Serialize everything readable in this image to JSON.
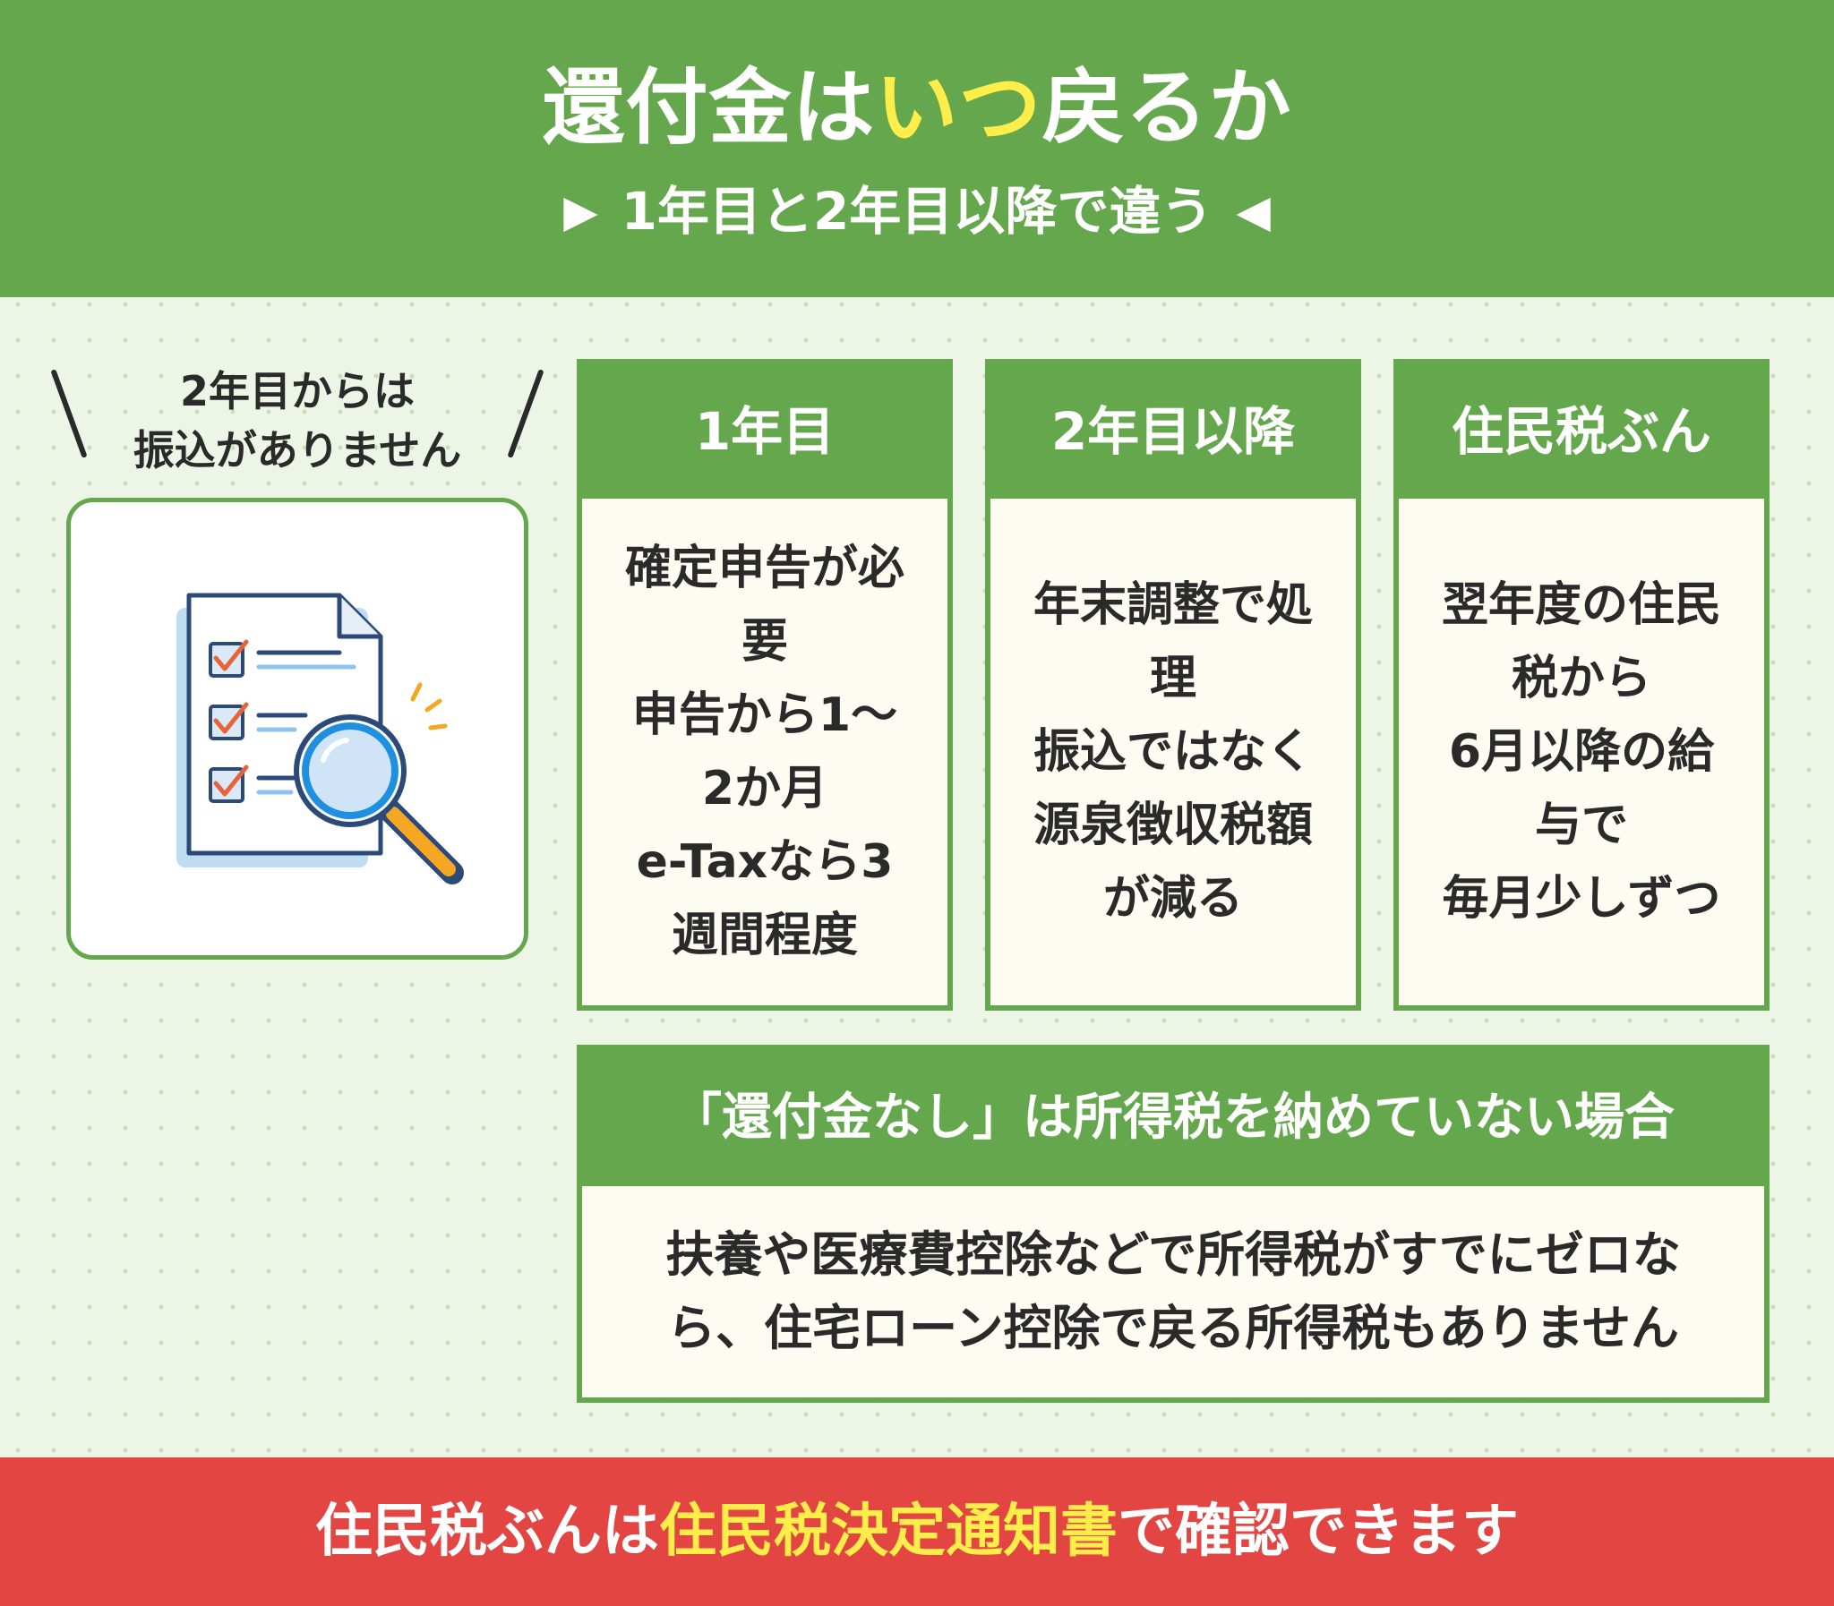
{
  "header": {
    "title_part1": "還付金は",
    "title_highlight": "いつ",
    "title_part2": "戻るか",
    "subtitle": "1年目と2年目以降で違う",
    "tri_left": "▶",
    "tri_right": "◀"
  },
  "side_note": {
    "line1": "2年目からは",
    "line2": "振込がありません"
  },
  "illustration": {
    "icons": [
      "document-icon",
      "checkbox-icon",
      "magnifier-icon"
    ]
  },
  "cards": [
    {
      "title": "1年目",
      "lines": [
        "確定申告が必",
        "要",
        "申告から1〜",
        "2か月",
        "e-Taxなら3",
        "週間程度"
      ]
    },
    {
      "title": "2年目以降",
      "lines": [
        "年末調整で処",
        "理",
        "振込ではなく",
        "源泉徴収税額",
        "が減る"
      ]
    },
    {
      "title": "住民税ぶん",
      "lines": [
        "翌年度の住民",
        "税から",
        "6月以降の給",
        "与で",
        "毎月少しずつ"
      ]
    }
  ],
  "note_box": {
    "title": "「還付金なし」は所得税を納めていない場合",
    "line1": "扶養や医療費控除などで所得税がすでにゼロな",
    "line2": "ら、住宅ローン控除で戻る所得税もありません"
  },
  "footer": {
    "part1": "住民税ぶんは",
    "highlight": "住民税決定通知書",
    "part2": "で確認できます"
  },
  "colors": {
    "green": "#65a74c",
    "red": "#e24542",
    "yellow": "#ffee4a",
    "background": "#edf6e6",
    "card_body": "#fdfcf3"
  }
}
